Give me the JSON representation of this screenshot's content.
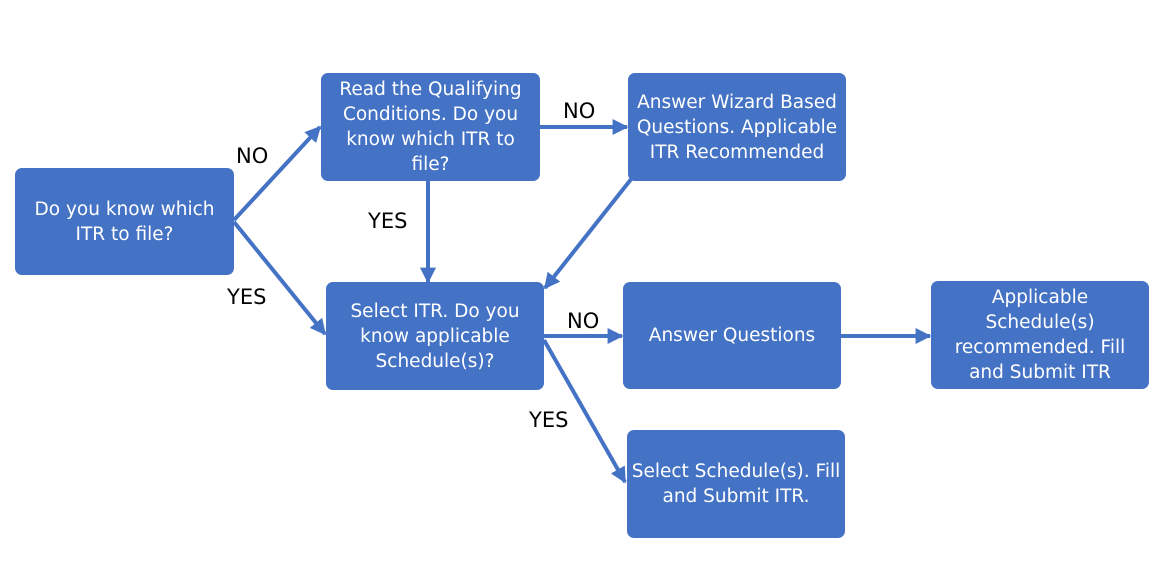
{
  "nodes": {
    "n1": "Do you know which ITR to file?",
    "n2": "Read the Qualifying Conditions. Do you know which ITR to file?",
    "n3": "Answer Wizard Based Questions. Applicable ITR Recommended",
    "n4": "Select ITR. Do you know applicable Schedule(s)?",
    "n5": "Answer Questions",
    "n6": "Applicable Schedule(s) recommended. Fill and Submit ITR",
    "n7": "Select Schedule(s). Fill and Submit ITR."
  },
  "edge_labels": {
    "n1_to_n2": "NO",
    "n1_to_n4": "YES",
    "n2_to_n4": "YES",
    "n2_to_n3": "NO",
    "n4_to_n5": "NO",
    "n4_to_n7": "YES"
  },
  "colors": {
    "node_fill": "#4472c4",
    "edge": "#4472c4",
    "node_text": "#ffffff",
    "label_text": "#000000"
  }
}
